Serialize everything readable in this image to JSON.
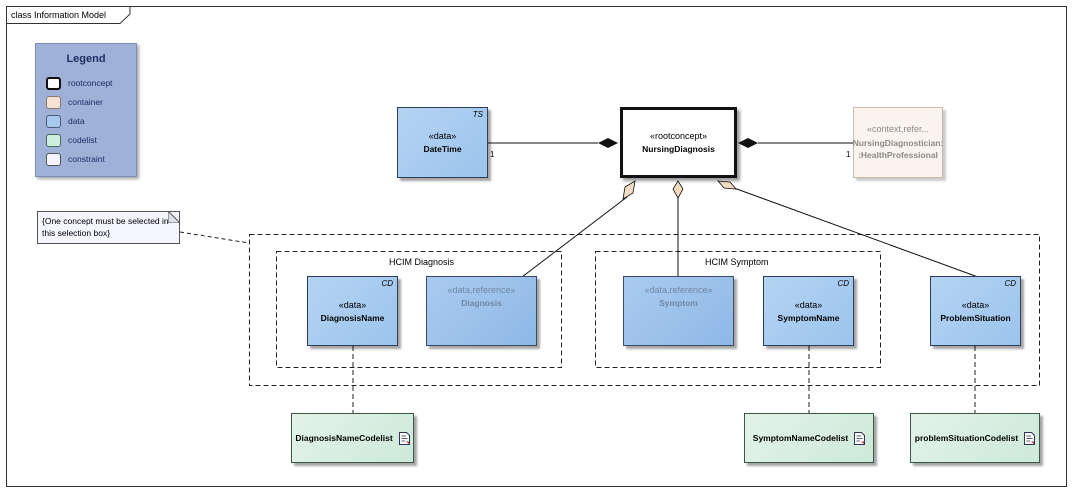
{
  "frame": {
    "title": "class Information Model"
  },
  "legend": {
    "title": "Legend",
    "items": [
      {
        "label": "rootconcept",
        "color": "#ffffff",
        "border": "#111111"
      },
      {
        "label": "container",
        "color": "#f6e2d4",
        "border": "#8a7a6a"
      },
      {
        "label": "data",
        "color": "#a7c9ee",
        "border": "#4a5a78"
      },
      {
        "label": "codelist",
        "color": "#cdeedd",
        "border": "#4a6a58"
      },
      {
        "label": "constraint",
        "color": "#f4f5ff",
        "border": "#555555"
      }
    ]
  },
  "note": {
    "text": "{One concept must be selected in this selection box}"
  },
  "groups": {
    "diagnosis": {
      "label": "HCIM Diagnosis"
    },
    "symptom": {
      "label": "HCIM Symptom"
    }
  },
  "classes": {
    "root": {
      "stereotype": "«rootconcept»",
      "name": "NursingDiagnosis"
    },
    "datetime": {
      "stereotype": "«data»",
      "name": "DateTime",
      "tag": "TS"
    },
    "context": {
      "stereotype": "«context,refer...",
      "name": "NursingDiagnostician: :HealthProfessional"
    },
    "diagnosis_name": {
      "stereotype": "«data»",
      "name": "DiagnosisName",
      "tag": "CD"
    },
    "diagnosis_ref": {
      "stereotype": "«data,reference»",
      "name": "Diagnosis"
    },
    "symptom_ref": {
      "stereotype": "«data,reference»",
      "name": "Symptom"
    },
    "symptom_name": {
      "stereotype": "«data»",
      "name": "SymptomName",
      "tag": "CD"
    },
    "problem_situation": {
      "stereotype": "«data»",
      "name": "ProblemSituation",
      "tag": "CD"
    }
  },
  "codelists": {
    "diagnosis": {
      "name": "DiagnosisNameCodelist"
    },
    "symptom": {
      "name": "SymptomNameCodelist"
    },
    "problem": {
      "name": "problemSituationCodelist"
    }
  },
  "multiplicities": {
    "datetime": "1",
    "context": "1"
  }
}
